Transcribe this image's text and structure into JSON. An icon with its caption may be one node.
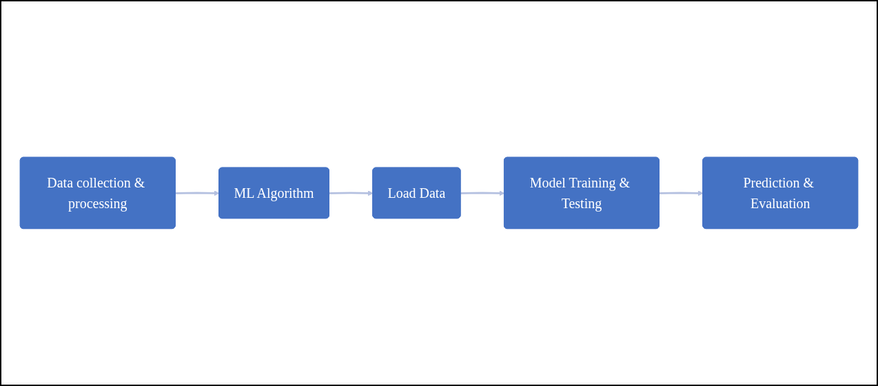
{
  "diagram": {
    "nodes": [
      {
        "text": [
          "Data collection & processing"
        ]
      },
      {
        "text": [
          "ML Algorithm"
        ]
      },
      {
        "text": [
          "Load Data"
        ]
      },
      {
        "text": [
          "Model Training & Testing"
        ]
      },
      {
        "text": [
          "Prediction & Evaluation"
        ]
      }
    ],
    "edges": [
      {
        "from": 0,
        "to": 1,
        "arrow": "to"
      },
      {
        "from": 1,
        "to": 2,
        "arrow": "to"
      },
      {
        "from": 2,
        "to": 3,
        "arrow": "to"
      },
      {
        "from": 3,
        "to": 4,
        "arrow": "to"
      }
    ]
  }
}
